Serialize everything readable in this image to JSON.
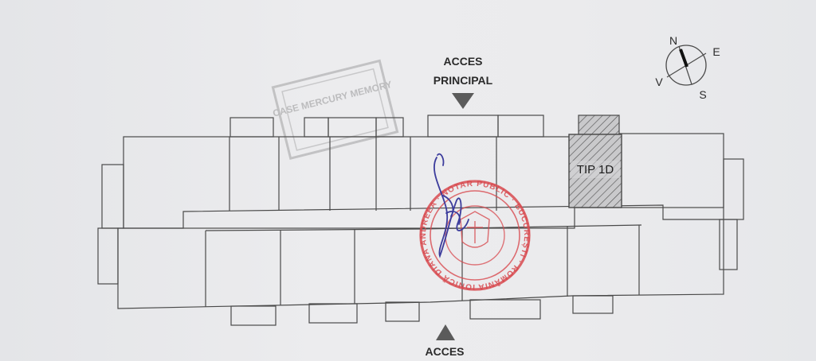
{
  "labels": {
    "main_access": [
      "ACCES",
      "PRINCIPAL"
    ],
    "bottom_access": "ACCES",
    "unit_type": "TIP 1D"
  },
  "compass": {
    "n": "N",
    "e": "E",
    "s": "S",
    "v": "V"
  },
  "stamps": {
    "notary_text": "IONICĂ DIANA ANDREEA · NOTAR PUBLIC · BUCUREȘTI · ROMÂNIA",
    "faded_text": "CASE MERCURY MEMORY"
  },
  "colors": {
    "line": "#4a4a4a",
    "stamp": "#d84a4f",
    "signature": "#3c3c9c",
    "hatch": "#555555"
  }
}
